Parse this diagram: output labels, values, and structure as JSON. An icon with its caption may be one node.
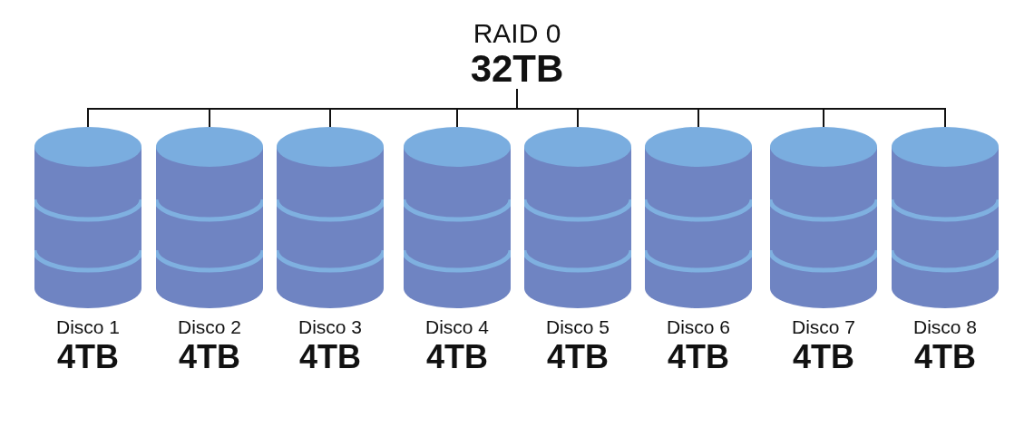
{
  "diagram": {
    "nodes": [
      {
        "text": [
          "RAID 0",
          "32TB"
        ]
      },
      {
        "text": [],
        "shape": "cylinder",
        "beside": [
          "Disco 1",
          "4TB"
        ]
      },
      {
        "text": [],
        "shape": "cylinder",
        "beside": [
          "Disco 2",
          "4TB"
        ]
      },
      {
        "text": [],
        "shape": "cylinder",
        "beside": [
          "Disco 3",
          "4TB"
        ]
      },
      {
        "text": [],
        "shape": "cylinder",
        "beside": [
          "Disco 4",
          "4TB"
        ]
      },
      {
        "text": [],
        "shape": "cylinder",
        "beside": [
          "Disco 5",
          "4TB"
        ]
      },
      {
        "text": [],
        "shape": "cylinder",
        "beside": [
          "Disco 6",
          "4TB"
        ]
      },
      {
        "text": [],
        "shape": "cylinder",
        "beside": [
          "Disco 7",
          "4TB"
        ]
      },
      {
        "text": [],
        "shape": "cylinder",
        "beside": [
          "Disco 8",
          "4TB"
        ]
      }
    ],
    "edges": [
      {
        "from": 0,
        "to": 1,
        "arrow": "none"
      },
      {
        "from": 0,
        "to": 2,
        "arrow": "none"
      },
      {
        "from": 0,
        "to": 3,
        "arrow": "none"
      },
      {
        "from": 0,
        "to": 4,
        "arrow": "none"
      },
      {
        "from": 0,
        "to": 5,
        "arrow": "none"
      },
      {
        "from": 0,
        "to": 6,
        "arrow": "none"
      },
      {
        "from": 0,
        "to": 7,
        "arrow": "none"
      },
      {
        "from": 0,
        "to": 8,
        "arrow": "none"
      }
    ]
  }
}
